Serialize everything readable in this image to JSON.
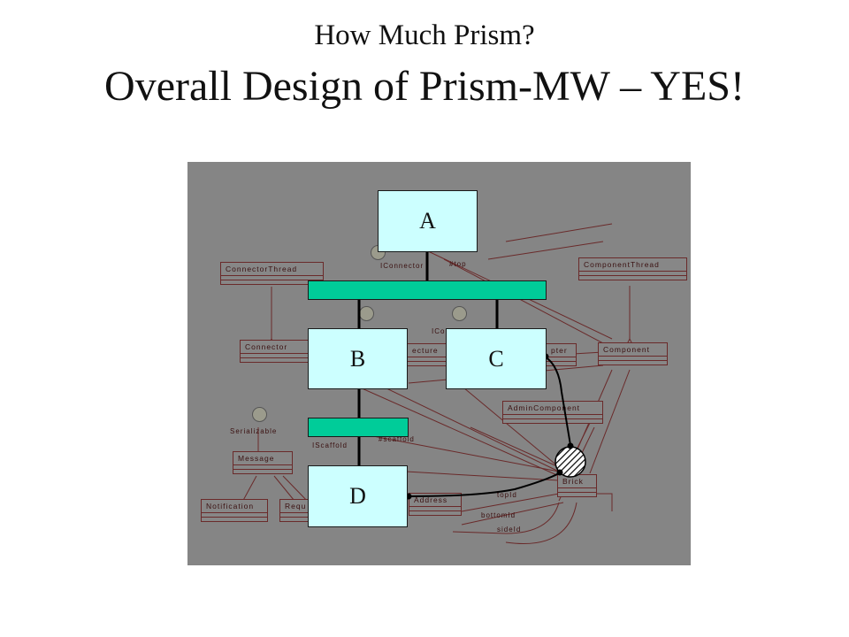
{
  "slide": {
    "title_line1": "How Much Prism?",
    "title_line2": "Overall Design of Prism-MW – YES!"
  },
  "diagram": {
    "components": {
      "a": "A",
      "b": "B",
      "c": "C",
      "d": "D"
    },
    "uml_classes": {
      "connector_thread": "ConnectorThread",
      "component_thread": "ComponentThread",
      "connector": "Connector",
      "architecture": "ecture",
      "adapter": "pter",
      "component": "Component",
      "admin_component": "AdminComponent",
      "message": "Message",
      "notification": "Notification",
      "request": "Requ",
      "address": "Address",
      "brick": "Brick"
    },
    "labels": {
      "iconnector": "IConnector",
      "top": "#top",
      "icom": "ICo",
      "serializable": "Serializable",
      "iscaffold": "IScaffold",
      "scaffold": "#scaffold",
      "top_id": "topId",
      "bottom_id": "bottomId",
      "side_id": "sideId"
    }
  }
}
